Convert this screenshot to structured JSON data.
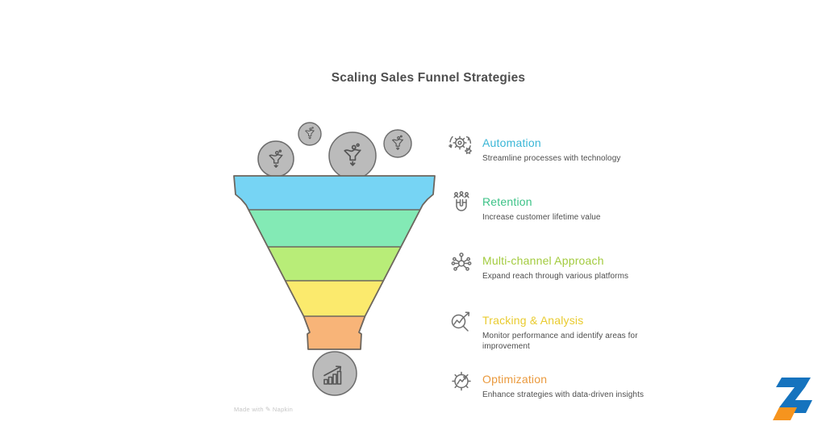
{
  "title": "Scaling Sales Funnel Strategies",
  "funnel": {
    "outline_color": "#6D665E",
    "circle_fill": "#BBBBBB",
    "circle_stroke": "#6C6C6C",
    "circle_icon_color": "#555555",
    "layers": [
      {
        "name": "stage-1",
        "color": "#76D4F4"
      },
      {
        "name": "stage-2",
        "color": "#83EAB5"
      },
      {
        "name": "stage-3",
        "color": "#B8ED78"
      },
      {
        "name": "stage-4",
        "color": "#FBEA6D"
      },
      {
        "name": "stage-5",
        "color": "#F8B478"
      }
    ]
  },
  "strategies": [
    {
      "icon": "automation-icon",
      "title": "Automation",
      "color": "#3AB6D6",
      "description": "Streamline processes with technology"
    },
    {
      "icon": "retention-magnet-icon",
      "title": "Retention",
      "color": "#3CC287",
      "description": "Increase customer lifetime value"
    },
    {
      "icon": "multi-channel-network-icon",
      "title": "Multi-channel Approach",
      "color": "#A3CB3F",
      "description": "Expand reach through various platforms"
    },
    {
      "icon": "tracking-magnifier-icon",
      "title": "Tracking & Analysis",
      "color": "#E9CB2F",
      "description": "Monitor performance and identify areas for improvement"
    },
    {
      "icon": "optimization-gear-icon",
      "title": "Optimization",
      "color": "#EA9A3E",
      "description": "Enhance strategies with data-driven insights"
    }
  ],
  "watermark": {
    "made_with": "Made with",
    "brand": "Napkin"
  },
  "logo": {
    "blue": "#1573BE",
    "orange": "#F6941E"
  }
}
